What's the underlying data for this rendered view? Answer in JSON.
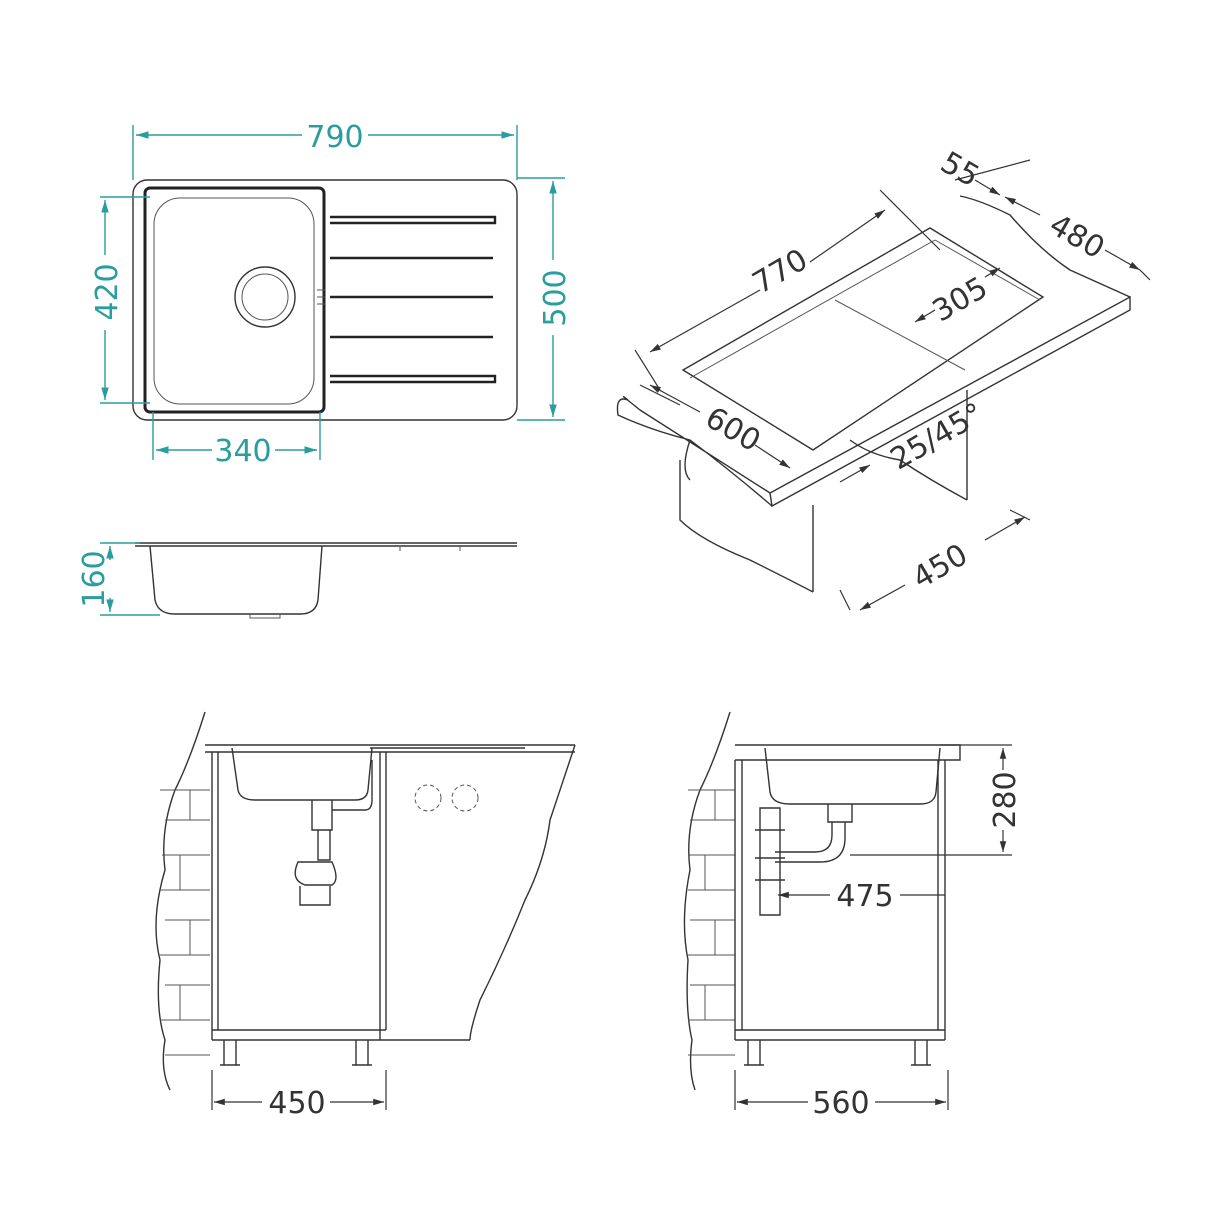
{
  "colors": {
    "dimension_accent": "#2a9d9f",
    "line": "#333333"
  },
  "top_view": {
    "width": "790",
    "depth": "500",
    "bowl_depth": "420",
    "bowl_width": "340"
  },
  "side_view": {
    "height": "160"
  },
  "isometric_view": {
    "length": "770",
    "margin": "55",
    "depth": "480",
    "bowl_length": "305",
    "worktop_depth": "600",
    "worktop_thickness": "25/45°",
    "cabinet": "450"
  },
  "front_section": {
    "cabinet_width": "450"
  },
  "side_section": {
    "height": "280",
    "drain_offset": "475",
    "cabinet_depth": "560"
  }
}
